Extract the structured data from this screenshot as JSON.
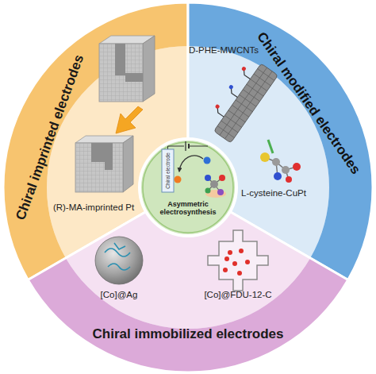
{
  "diagram": {
    "nodes": [
      {
        "text": [
          "Chiral imprinted electrodes",
          "(R)-MA-imprinted Pt"
        ]
      },
      {
        "text": [
          "Chiral modified electrodes",
          "D-PHE-MWCNTs",
          "L-cysteine-CuPt"
        ]
      },
      {
        "text": [
          "Chiral immobilized electrodes",
          "[Co]@Ag",
          "[Co]@FDU-12-C"
        ]
      },
      {
        "text": [
          "Chiral electrode",
          "Asymmetric electrosynthesis"
        ]
      }
    ]
  }
}
